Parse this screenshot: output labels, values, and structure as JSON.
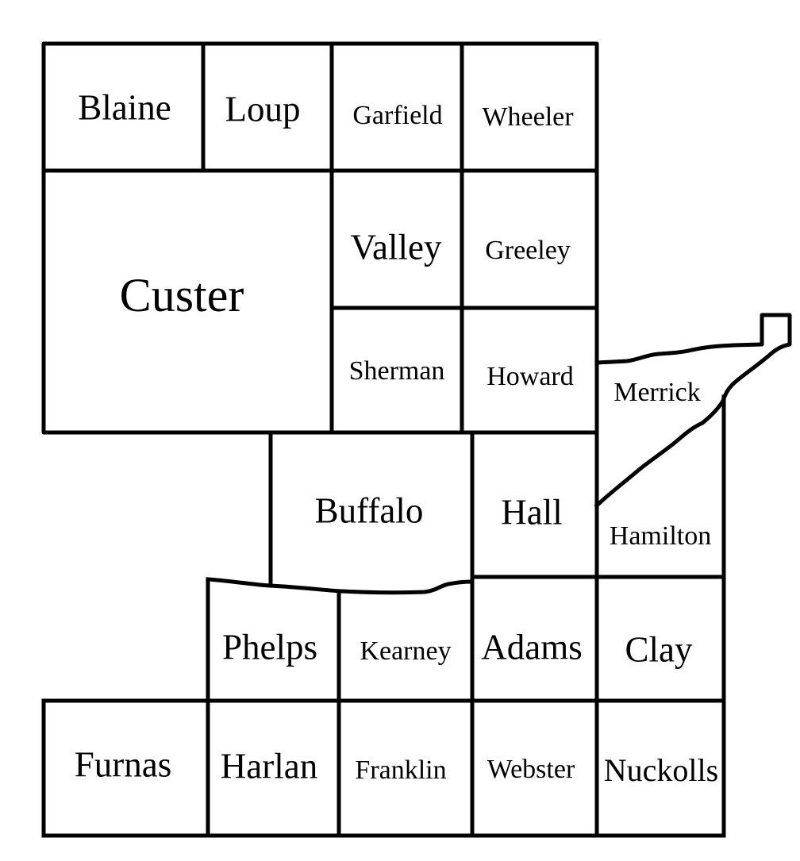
{
  "counties": {
    "blaine": "Blaine",
    "loup": "Loup",
    "garfield": "Garfield",
    "wheeler": "Wheeler",
    "custer": "Custer",
    "valley": "Valley",
    "greeley": "Greeley",
    "sherman": "Sherman",
    "howard": "Howard",
    "merrick": "Merrick",
    "buffalo": "Buffalo",
    "hall": "Hall",
    "hamilton": "Hamilton",
    "phelps": "Phelps",
    "kearney": "Kearney",
    "adams": "Adams",
    "clay": "Clay",
    "furnas": "Furnas",
    "harlan": "Harlan",
    "franklin": "Franklin",
    "webster": "Webster",
    "nuckolls": "Nuckolls"
  },
  "colors": {
    "line": "#000000",
    "background": "#ffffff"
  }
}
